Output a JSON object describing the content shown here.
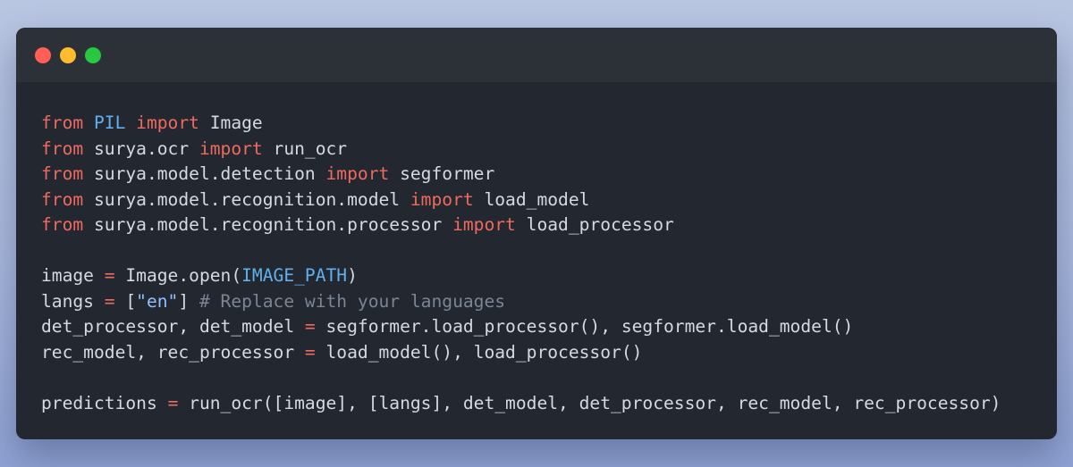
{
  "colors": {
    "keyword": "#ee6a5f",
    "module": "#61afef",
    "constant": "#61afef",
    "string": "#8fc1ff",
    "comment": "#7b8594",
    "default": "#d5d9e0",
    "dot_red": "#ff5f57",
    "dot_yellow": "#febc2e",
    "dot_green": "#28c840"
  },
  "window_controls": [
    {
      "name": "close",
      "color": "#ff5f57"
    },
    {
      "name": "minimize",
      "color": "#febc2e"
    },
    {
      "name": "maximize",
      "color": "#28c840"
    }
  ],
  "code_lines": [
    [
      {
        "t": "from",
        "k": "keyword"
      },
      {
        "t": " ",
        "k": "default"
      },
      {
        "t": "PIL",
        "k": "module"
      },
      {
        "t": " ",
        "k": "default"
      },
      {
        "t": "import",
        "k": "keyword"
      },
      {
        "t": " Image",
        "k": "default"
      }
    ],
    [
      {
        "t": "from",
        "k": "keyword"
      },
      {
        "t": " surya.ocr ",
        "k": "default"
      },
      {
        "t": "import",
        "k": "keyword"
      },
      {
        "t": " run_ocr",
        "k": "default"
      }
    ],
    [
      {
        "t": "from",
        "k": "keyword"
      },
      {
        "t": " surya.model.detection ",
        "k": "default"
      },
      {
        "t": "import",
        "k": "keyword"
      },
      {
        "t": " segformer",
        "k": "default"
      }
    ],
    [
      {
        "t": "from",
        "k": "keyword"
      },
      {
        "t": " surya.model.recognition.model ",
        "k": "default"
      },
      {
        "t": "import",
        "k": "keyword"
      },
      {
        "t": " load_model",
        "k": "default"
      }
    ],
    [
      {
        "t": "from",
        "k": "keyword"
      },
      {
        "t": " surya.model.recognition.processor ",
        "k": "default"
      },
      {
        "t": "import",
        "k": "keyword"
      },
      {
        "t": " load_processor",
        "k": "default"
      }
    ],
    [],
    [
      {
        "t": "image ",
        "k": "default"
      },
      {
        "t": "=",
        "k": "keyword"
      },
      {
        "t": " Image.open(",
        "k": "default"
      },
      {
        "t": "IMAGE_PATH",
        "k": "constant"
      },
      {
        "t": ")",
        "k": "default"
      }
    ],
    [
      {
        "t": "langs ",
        "k": "default"
      },
      {
        "t": "=",
        "k": "keyword"
      },
      {
        "t": " [",
        "k": "default"
      },
      {
        "t": "\"en\"",
        "k": "string"
      },
      {
        "t": "] ",
        "k": "default"
      },
      {
        "t": "# Replace with your languages",
        "k": "comment"
      }
    ],
    [
      {
        "t": "det_processor, det_model ",
        "k": "default"
      },
      {
        "t": "=",
        "k": "keyword"
      },
      {
        "t": " segformer.load_processor(), segformer.load_model()",
        "k": "default"
      }
    ],
    [
      {
        "t": "rec_model, rec_processor ",
        "k": "default"
      },
      {
        "t": "=",
        "k": "keyword"
      },
      {
        "t": " load_model(), load_processor()",
        "k": "default"
      }
    ],
    [],
    [
      {
        "t": "predictions ",
        "k": "default"
      },
      {
        "t": "=",
        "k": "keyword"
      },
      {
        "t": " run_ocr([image], [langs], det_model, det_processor, rec_model, rec_processor)",
        "k": "default"
      }
    ]
  ]
}
